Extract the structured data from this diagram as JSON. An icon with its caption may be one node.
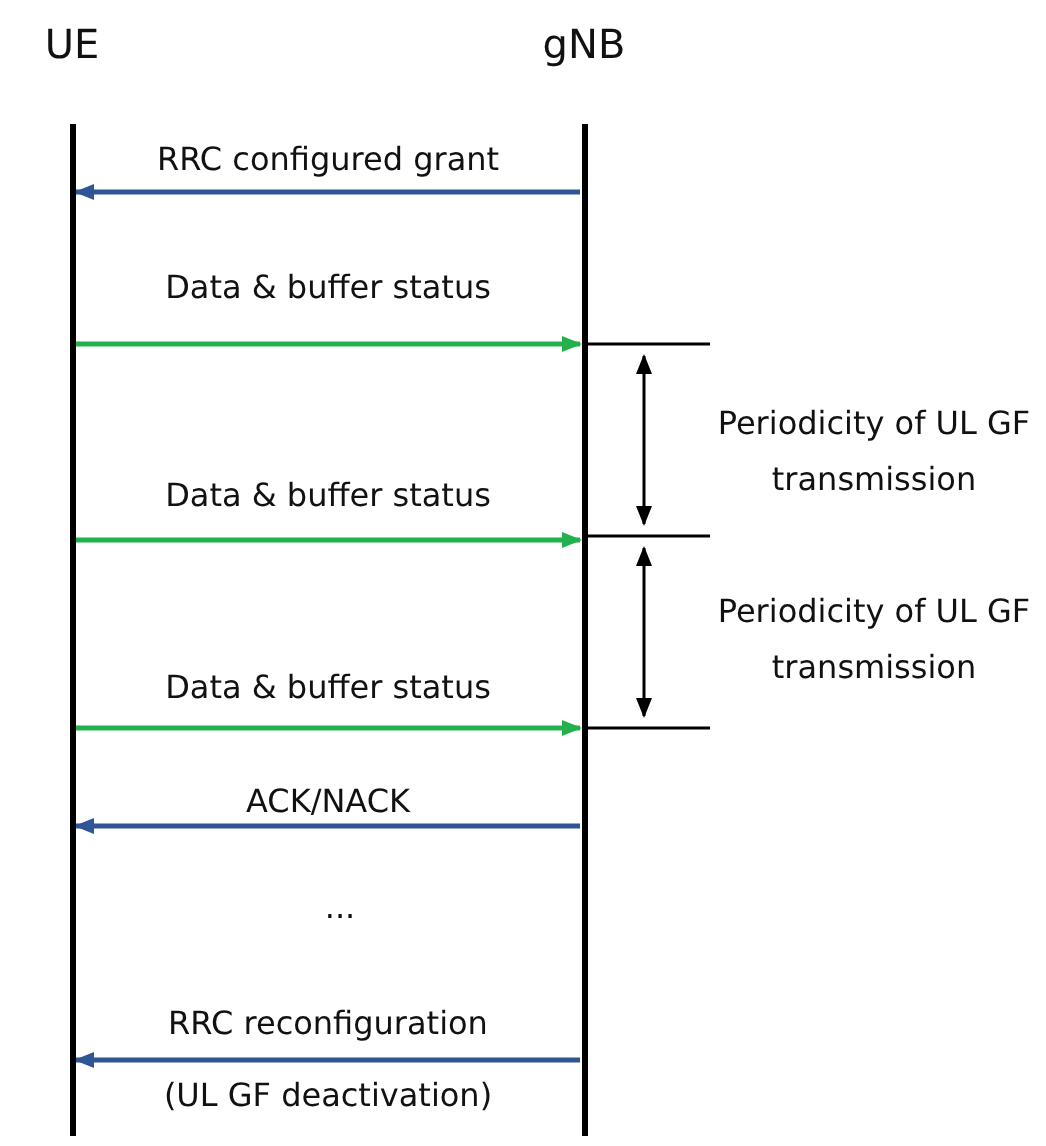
{
  "diagram": {
    "nodes": [
      {
        "text": [],
        "shape": "bar",
        "beside": [
          "UE"
        ]
      },
      {
        "text": [],
        "shape": "bar",
        "beside": [
          "gNB"
        ]
      }
    ],
    "edges": [
      {
        "from": 1,
        "to": 0,
        "arrow": "to",
        "label": "RRC configured grant"
      },
      {
        "from": 0,
        "to": 1,
        "arrow": "to",
        "label": "Data & buffer status",
        "color": "#22b14c"
      },
      {
        "from": 0,
        "to": 1,
        "arrow": "to",
        "label": "Data & buffer status",
        "color": "#22b14c"
      },
      {
        "from": 0,
        "to": 1,
        "arrow": "to",
        "label": "Data & buffer status",
        "color": "#22b14c"
      },
      {
        "from": 1,
        "to": 0,
        "arrow": "to",
        "label": "ACK/NACK"
      },
      {
        "from": 1,
        "to": 0,
        "arrow": "to",
        "label": "RRC reconfiguration (UL GF deactivation)"
      }
    ],
    "labels": [
      "Periodicity of UL GF transmission",
      "Periodicity of UL GF transmission",
      "..."
    ]
  }
}
